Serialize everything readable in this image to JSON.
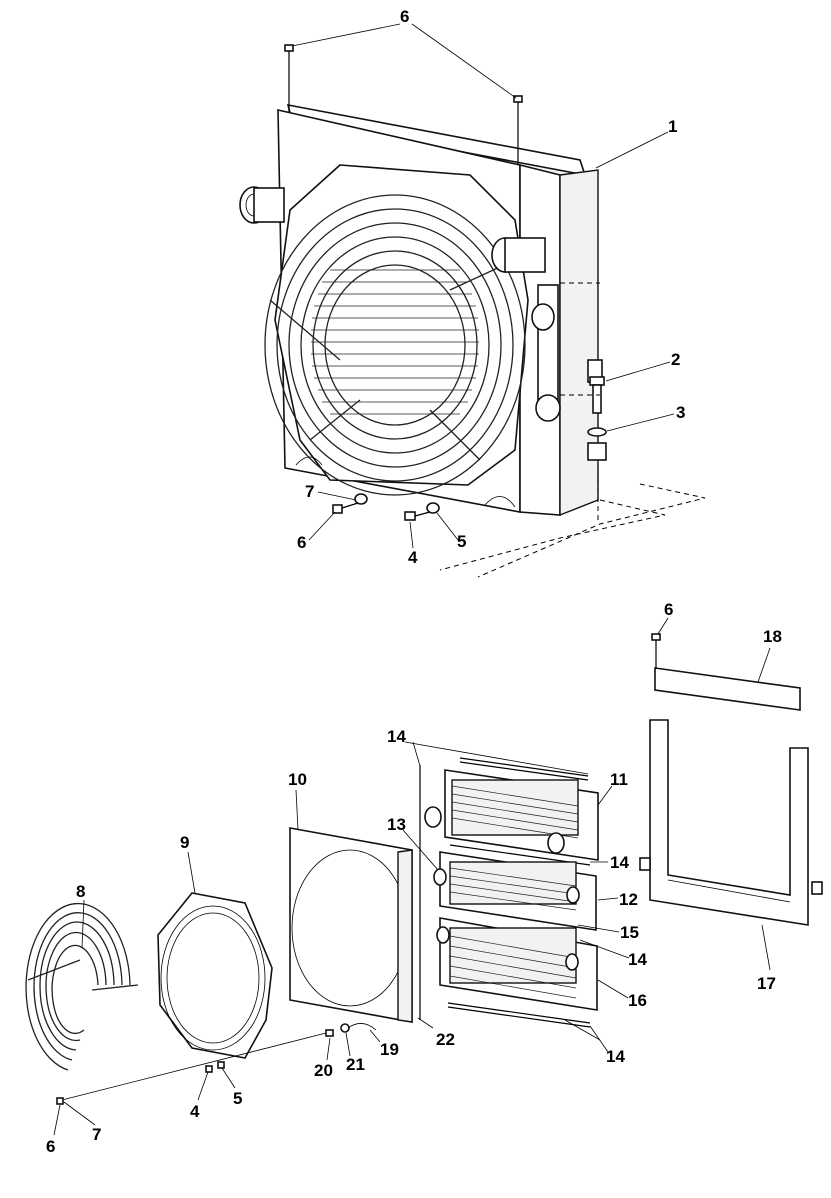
{
  "callouts": {
    "c1": "1",
    "c2": "2",
    "c3": "3",
    "c4a": "4",
    "c5a": "5",
    "c6a": "6",
    "c6b": "6",
    "c7a": "7",
    "c6c": "6",
    "c18": "18",
    "c14a": "14",
    "c11": "11",
    "c10": "10",
    "c13": "13",
    "c14b": "14",
    "c9": "9",
    "c12": "12",
    "c15": "15",
    "c14c": "14",
    "c8": "8",
    "c17": "17",
    "c16": "16",
    "c22": "22",
    "c19": "19",
    "c14d": "14",
    "c20": "20",
    "c21": "21",
    "c4b": "4",
    "c5b": "5",
    "c6d": "6",
    "c7b": "7"
  }
}
